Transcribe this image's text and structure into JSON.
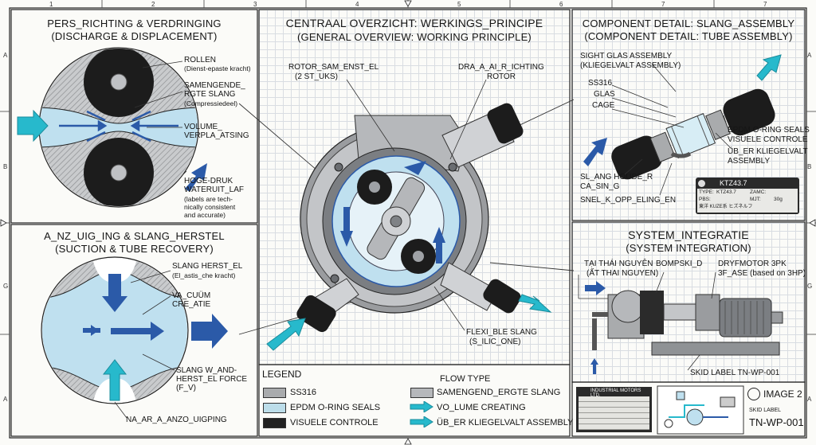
{
  "rulers": {
    "top": [
      "1",
      "2",
      "3",
      "4",
      "5",
      "6",
      "7"
    ],
    "side": [
      "A",
      "B",
      "G",
      "A"
    ]
  },
  "panel_discharge": {
    "title": "PERS_RICHTING & VERDRINGING",
    "subtitle": "(DISCHARGE & DISPLACEMENT)",
    "rollen": "ROLLEN",
    "rollen_sub": "(Dienst-epaste kracht)",
    "samengende": "SAMENGENDE_",
    "rgte_slang": "RGTE SLANG",
    "compressiedeel": "(Compressiedeel)",
    "volume": "VOLUME_",
    "verpla": "VERPLA_ATSING",
    "hoge_druk": "HOGE-DRUK",
    "wateruit": "WATERUIT_LAF",
    "note1": "(labels are tech-",
    "note2": "nically consistent",
    "note3": "and accurate)"
  },
  "panel_suction": {
    "title": "A_NZ_UIG_ING & SLANG_HERSTEL",
    "subtitle": "(SUCTION & TUBE RECOVERY)",
    "herstel": "SLANG HERST_EL",
    "herstel_sub": "(El_astis_che kracht)",
    "vacuum": "VA_CUÜM",
    "creatie": "CRE_ATIE",
    "force1": "SLANG W_AND-",
    "force2": "HERST_EL FORCE",
    "force3": "(F_V)",
    "inlet": "NA_AR_A_ANZO_UIGPING"
  },
  "panel_center": {
    "title": "CENTRAAL OVERZICHT: WERKINGS_PRINCIPE",
    "subtitle": "(GENERAL OVERVIEW: WORKING PRINCIPLE)",
    "rotor": "ROTOR_SAM_ENST_EL",
    "rotor_sub": "(2 ST_UKS)",
    "dra1": "DRA_A_AI_R_ICHTING",
    "dra2": "ROTOR",
    "flexi1": "FLEXI_BLE SLANG",
    "flexi2": "(S_ILIC_ONE)"
  },
  "panel_component": {
    "title": "COMPONENT DETAIL: SLANG_ASSEMBLY",
    "subtitle": "(COMPONENT DETAIL: TUBE ASSEMBLY)",
    "sight1": "SIGHT GLAS ASSEMBLY",
    "sight2": "(KLIEGELVALT ASSEMBLY)",
    "ss316": "SS316",
    "glas": "GLAS",
    "cage": "CAGE",
    "epdm": "EPDM O-RING SEALS",
    "visuele": "VISUELE CONTROLE",
    "uber1": "ÜB_ER KLIEGELVALT",
    "uber2": "ASSEMBLY",
    "houder1": "SL_ANG HOUDE_R",
    "houder2": "CA_SIN_G",
    "snel": "SNEL_K_OPP_ELING_EN",
    "plate": {
      "model": "KTZ43.7",
      "type_label": "TYPE:",
      "type_value": "KTZ43.7",
      "zamc_label": "ZAMC:",
      "pbs_label": "PBS:",
      "mjt_label": "MJT:",
      "mjt_value": "30g",
      "footer": "東洋 KUZE系 ヒズネルフ"
    }
  },
  "panel_system": {
    "title": "SYSTEM_INTEGRATIE",
    "subtitle": "(SYSTEM INTEGRATION)",
    "tai1": "TẠI THÁI NGUYÊN",
    "tai2": "(ẤT THAI NGUYEN)",
    "bomp": "BOMPSKI_D",
    "dry1": "DRYFMOTOR 3PK",
    "dry2": "3F_ASE (based on 3HP)",
    "skid": "SKID LABEL TN-WP-001"
  },
  "legend": {
    "title": "LEGEND",
    "flow_title": "FLOW TYPE",
    "items": [
      "SS316",
      "EPDM O-RING SEALS",
      "VISUELE CONTROLE"
    ],
    "flow_items": [
      "SAMENGEND_ERGTE SLANG",
      "VO_LUME CREATING",
      "ÜB_ER KLIEGELVALT ASSEMBLY"
    ],
    "colors": {
      "ss316": "#a9abad",
      "epdm": "#bcdde9",
      "visuele": "#222222",
      "flow": "#27b9cc"
    }
  },
  "titleblock": {
    "company": "INDUSTRIAL MOTORS LTD.",
    "image_label": "IMAGE 2",
    "skid_small": "SKID LABEL",
    "skid_code": "TN-WP-001"
  },
  "colors": {
    "accent_blue": "#2b5aa8",
    "cyan": "#27b9cc",
    "tube_blue": "#bfe0ef",
    "frame": "#222222"
  }
}
